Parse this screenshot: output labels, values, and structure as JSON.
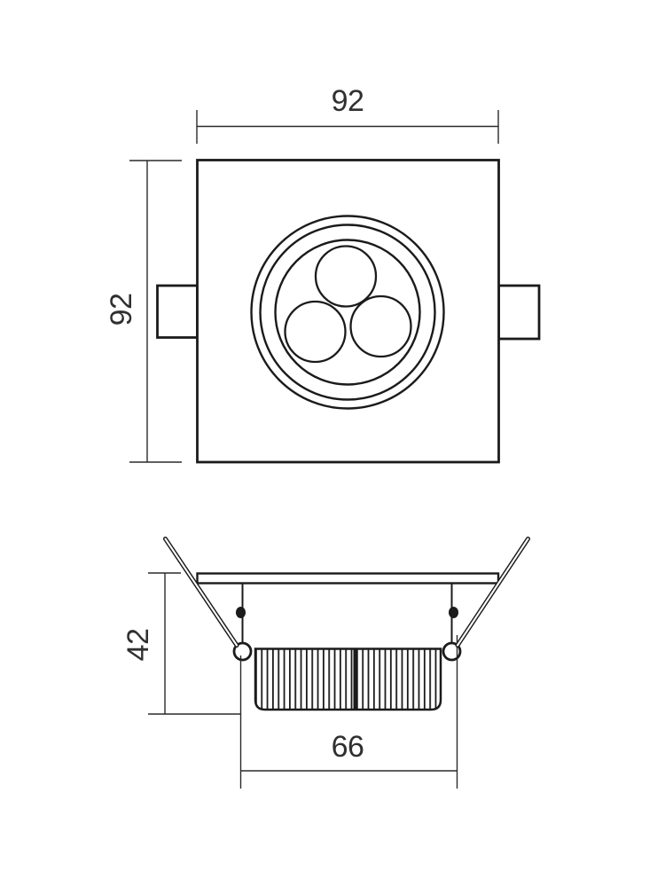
{
  "drawing": {
    "type": "technical-dimension-drawing",
    "subject": "square-recessed-led-downlight",
    "units_implied": "mm",
    "colors": {
      "background": "#ffffff",
      "object_line": "#1b1b1b",
      "dimension_line": "#2a2a2a",
      "text": "#303030"
    },
    "top_view": {
      "width_dim": {
        "label": "92"
      },
      "height_dim": {
        "label": "92"
      },
      "features": [
        "square-bezel",
        "left-mounting-tab",
        "right-mounting-tab",
        "triple-trim-ring",
        "three-led-lenses"
      ]
    },
    "front_view": {
      "depth_dim": {
        "label": "42"
      },
      "cutout_dim": {
        "label": "66"
      },
      "features": [
        "flange-plate",
        "spring-arm-left",
        "spring-arm-right",
        "spring-pivot-left",
        "spring-pivot-right",
        "finned-heatsink",
        "retention-clip-left",
        "retention-clip-right"
      ]
    }
  }
}
